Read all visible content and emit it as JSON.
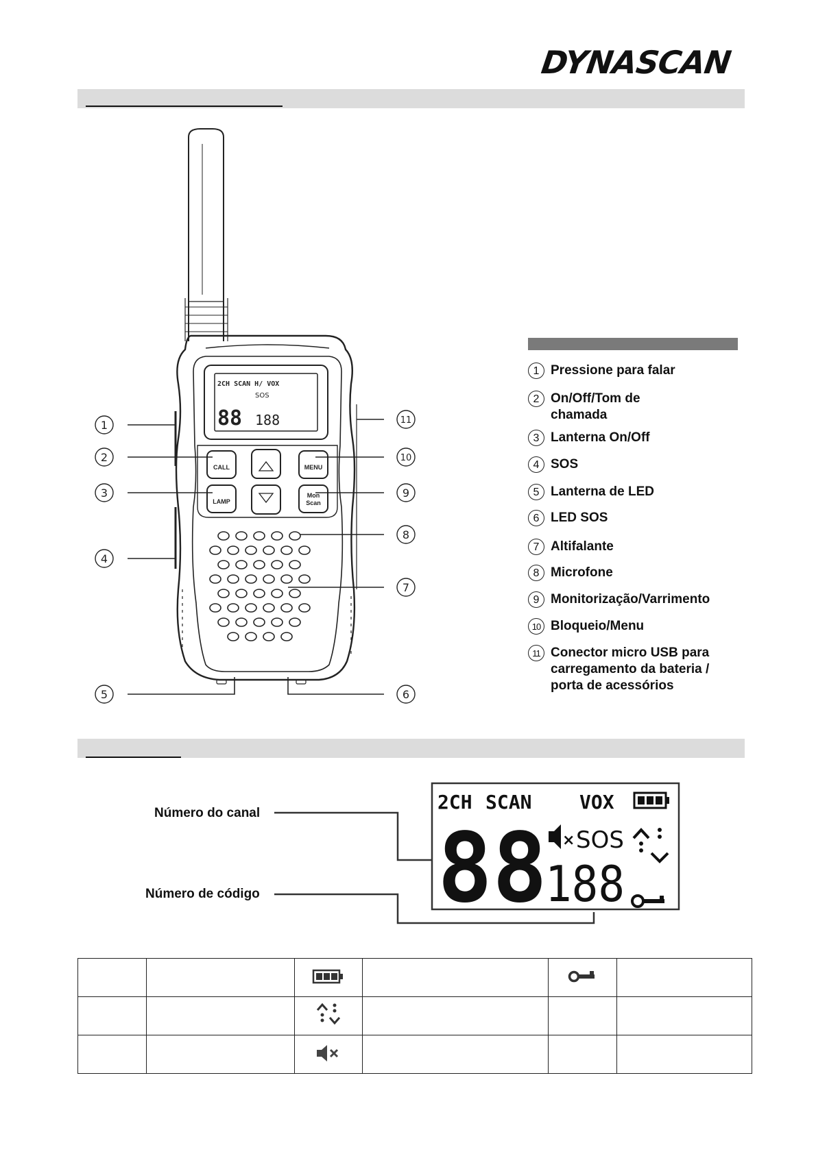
{
  "brand": "DYNASCAN",
  "device": {
    "lcd_top_text": "2CH SCAN H/ VOX",
    "lcd_sos": "SOS",
    "lcd_channel": "88",
    "lcd_code": "188",
    "btn_call": "CALL",
    "btn_menu": "MENU",
    "btn_lamp": "LAMP",
    "btn_mon_line1": "Mon",
    "btn_mon_line2": "Scan"
  },
  "callout_numbers": [
    "1",
    "2",
    "3",
    "4",
    "5",
    "6",
    "7",
    "8",
    "9",
    "10",
    "11"
  ],
  "legend": [
    {
      "num": "1",
      "lines": [
        "Pressione para falar"
      ]
    },
    {
      "num": "2",
      "lines": [
        "On/Off/Tom de",
        "chamada"
      ]
    },
    {
      "num": "3",
      "lines": [
        "Lanterna On/Off"
      ]
    },
    {
      "num": "4",
      "lines": [
        "SOS"
      ]
    },
    {
      "num": "5",
      "lines": [
        "Lanterna de LED"
      ]
    },
    {
      "num": "6",
      "lines": [
        "LED SOS"
      ]
    },
    {
      "num": "7",
      "lines": [
        "Altifalante"
      ]
    },
    {
      "num": "8",
      "lines": [
        "Microfone"
      ]
    },
    {
      "num": "9",
      "lines": [
        "Monitorização/Varrimento"
      ]
    },
    {
      "num": "10",
      "lines": [
        "Bloqueio/Menu"
      ]
    },
    {
      "num": "11",
      "lines": [
        "Conector micro USB para",
        "carregamento da bateria /",
        "porta de acessórios"
      ]
    }
  ],
  "display": {
    "label_channel": "Número do canal",
    "label_code": "Número de código",
    "top_2ch": "2CH",
    "top_scan": "SCAN",
    "top_vox": "VOX",
    "channel_digits": "88",
    "code_digits": "188",
    "sos": "SOS"
  },
  "icon_table": {
    "icons": [
      "battery-icon",
      "arrows-icon",
      "mute-icon",
      "key-icon"
    ]
  },
  "colors": {
    "band": "#dcdcdc",
    "legend_header": "#7a7a7a",
    "line": "#111111"
  }
}
